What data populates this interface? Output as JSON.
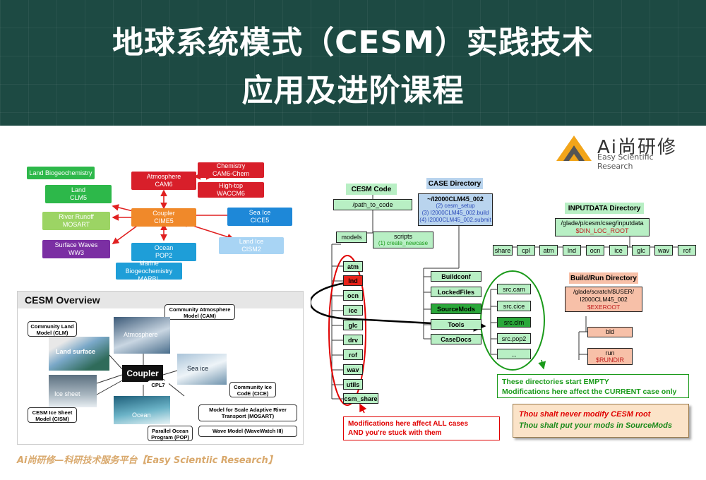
{
  "banner": {
    "line1": "地球系统模式（CESM）实践技术",
    "line2": "应用及进阶课程"
  },
  "logo": {
    "brand": "Ai尚研修",
    "sub": "Easy Scientific Research"
  },
  "components": {
    "land_bgc": "Land Biogeochemistry",
    "land": [
      "Land",
      "CLM5"
    ],
    "river": [
      "River Runoff",
      "MOSART"
    ],
    "waves": [
      "Surface Waves",
      "WW3"
    ],
    "atmosphere": [
      "Atmosphere",
      "CAM6"
    ],
    "chemistry": [
      "Chemistry",
      "CAM6-Chem"
    ],
    "hightop": [
      "High-top",
      "WACCM6"
    ],
    "coupler": [
      "Coupler",
      "CIME5"
    ],
    "seaice": [
      "Sea Ice",
      "CICE5"
    ],
    "landice": [
      "Land Ice",
      "CISM2"
    ],
    "ocean": [
      "Ocean",
      "POP2"
    ],
    "marine": [
      "Marine Biogeochemistry",
      "MARBL"
    ]
  },
  "overview": {
    "title": "CESM Overview",
    "cam": "Community Atmosphere Model (CAM)",
    "clm": "Community Land Model (CLM)",
    "atmosphere": "Atmosphere",
    "land_surface": "Land surface",
    "coupler": "Coupler",
    "cpl": "CPL7",
    "sea_ice": "Sea ice",
    "ice_sheet": "Ice sheet",
    "ocean": "Ocean",
    "cice": "Community Ice CodE (CICE)",
    "cism": "CESM Ice Sheet Model (CISM)",
    "mosart": "Model for Scale Adaptive River Transport (MOSART)",
    "pop": "Parallel Ocean Program (POP)",
    "ww3": "Wave Model (WaveWatch III)"
  },
  "tree": {
    "cesm_code": "CESM Code",
    "path_to_code": "/path_to_code",
    "models": "models",
    "scripts": "scripts",
    "create_newcase": "(1) create_newcase",
    "model_dirs": [
      "atm",
      "lnd",
      "ocn",
      "ice",
      "glc",
      "drv",
      "rof",
      "wav",
      "utils",
      "csm_share"
    ],
    "case_dir": "CASE Directory",
    "case_path": "~/I2000CLM45_002",
    "case_steps": [
      "(2) cesm_setup",
      "(3) I2000CLM45_002.build",
      "(4) I2000CLM45_002.submit"
    ],
    "case_subdirs": [
      "Buildconf",
      "LockedFiles",
      "SourceMods",
      "Tools",
      "CaseDocs"
    ],
    "src_dirs": [
      "src.cam",
      "src.cice",
      "src.clm",
      "src.pop2",
      "..."
    ],
    "inputdata_title": "INPUTDATA Directory",
    "inputdata_path": "/glade/p/cesm/cseg/inputdata",
    "inputdata_var": "$DIN_LOC_ROOT",
    "inputdata_dirs": [
      "share",
      "cpl",
      "atm",
      "lnd",
      "ocn",
      "ice",
      "glc",
      "wav",
      "rof"
    ],
    "buildrun_title": "Build/Run Directory",
    "buildrun_path": "/glade/scratch/$USER/",
    "buildrun_case": "I2000CLM45_002",
    "buildrun_var": "$EXEROOT",
    "bld": "bld",
    "run": "run",
    "run_var": "$RUNDIR"
  },
  "notes": {
    "empty_1": "These directories start EMPTY",
    "empty_2": "Modifications here affect the CURRENT case only",
    "all_1": "Modifications here affect ALL cases",
    "all_2": "AND you're stuck with them",
    "rule_1": "Thou shalt never modify CESM root",
    "rule_2": "Thou shalt put your mods in SourceMods"
  },
  "footer": "Ai尚研修—科研技术服务平台【Easy Scientiic Research】",
  "colors": {
    "banner": "#1d4a43",
    "box_green": "#b8efc4",
    "red": "#e00000",
    "green": "#1a9a1a"
  }
}
